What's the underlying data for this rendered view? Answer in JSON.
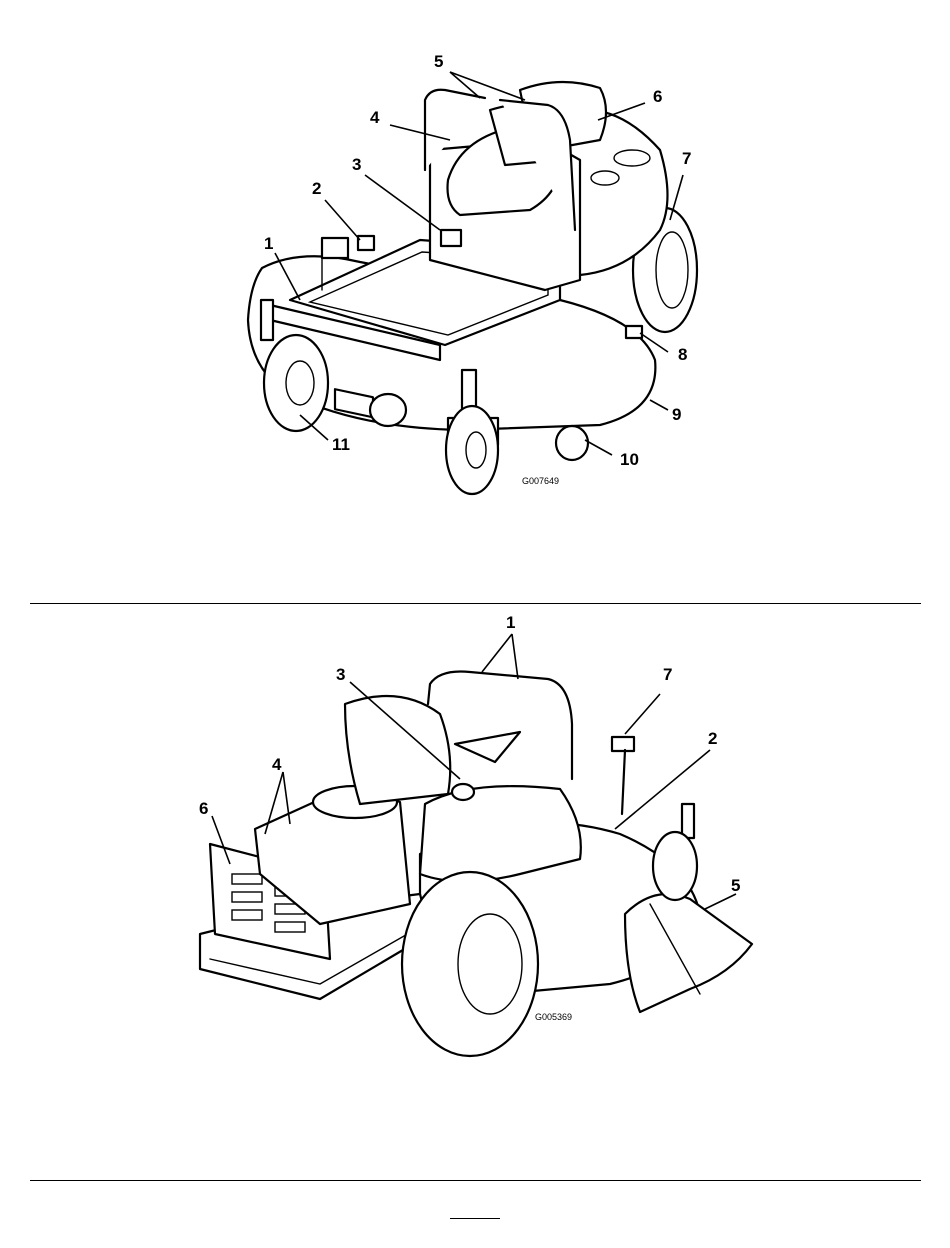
{
  "figures": [
    {
      "id_label": "G007649",
      "callouts": [
        "1",
        "2",
        "3",
        "4",
        "5",
        "6",
        "7",
        "8",
        "9",
        "10",
        "11"
      ]
    },
    {
      "id_label": "G005369",
      "callouts": [
        "1",
        "2",
        "3",
        "4",
        "5",
        "6",
        "7"
      ]
    }
  ]
}
